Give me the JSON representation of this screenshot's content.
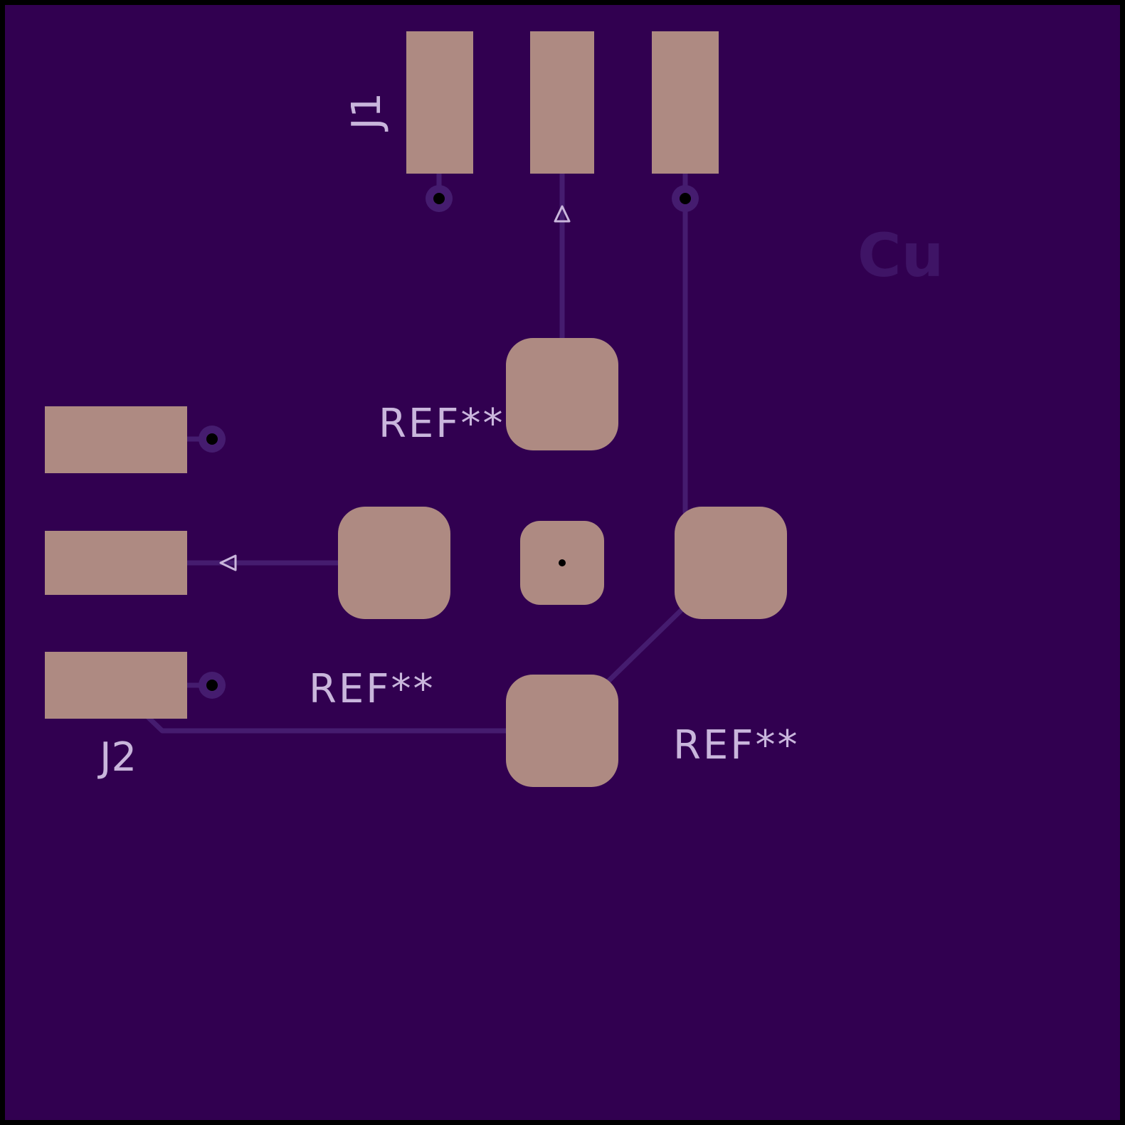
{
  "board": {
    "layer_label": "Cu",
    "colors": {
      "background": "#310050",
      "outline": "#000000",
      "pad": "#ae8a82",
      "track": "#451c6f",
      "silkscreen": "#c9b6dc",
      "via_hole": "#000000",
      "layer_label": "#3f1466"
    }
  },
  "connectors": {
    "j1": {
      "ref": "J1",
      "pin_count": 3
    },
    "j2": {
      "ref": "J2",
      "pin_count": 3
    }
  },
  "footprints": {
    "ref_top": "REF**",
    "ref_left": "REF**",
    "ref_right": "REF**"
  },
  "markers": {
    "via_icon": "via-dot",
    "pin1_icon": "triangle-marker"
  }
}
